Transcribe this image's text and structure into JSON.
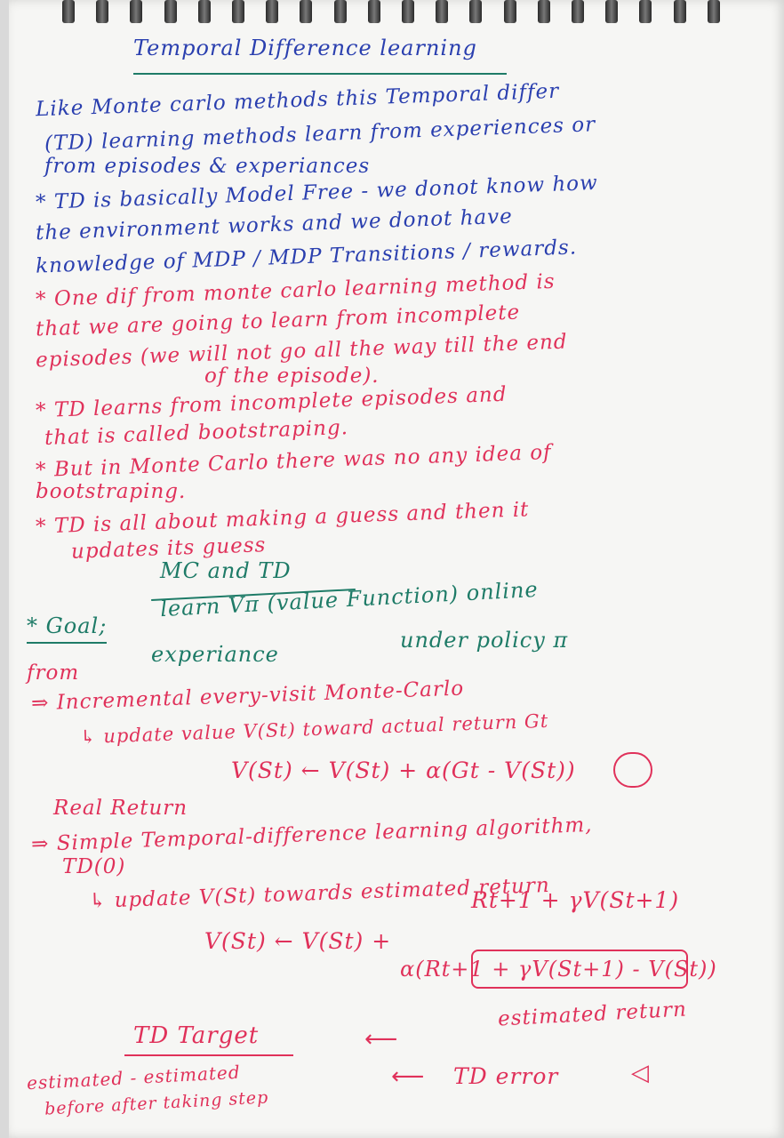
{
  "notes": {
    "title": "Temporal Difference learning",
    "blue": [
      "Like Monte carlo methods this Temporal differ",
      "(TD) learning methods learn from experiences or",
      "from episodes & experiances",
      "* TD is basically Model Free - we donot know how",
      "the environment works and we donot have",
      "knowledge of MDP / MDP Transitions / rewards."
    ],
    "red1": [
      "* One dif from monte carlo learning method is",
      "that we are going to learn from incomplete",
      "episodes (we will not go all the way till the end",
      "of the episode).",
      "* TD learns from incomplete episodes and",
      "that is called bootstraping.",
      "* But in Monte Carlo there was no any idea of",
      "bootstraping.",
      "* TD is all about making a guess and then it",
      "updates its guess"
    ],
    "section": "MC and TD",
    "goal_label": "* Goal;",
    "goal_green": [
      "learn Vπ (value Function) online",
      "under policy π",
      "experiance"
    ],
    "red2": [
      "from",
      "⇒ Incremental every-visit Monte-Carlo",
      "↳ update value V(St) toward actual return Gt",
      "V(St) ← V(St) + α(Gt - V(St))",
      "Real Return",
      "⇒ Simple Temporal-difference learning algorithm,",
      "TD(0)",
      "↳ update V(St) towards estimated return",
      "Rt+1 + γV(St+1)",
      "V(St) ← V(St) +",
      "α(Rt+1 + γV(St+1) - V(St))",
      "estimated return",
      "TD Target",
      "estimated - estimated",
      "before after taking step",
      "TD error"
    ]
  }
}
